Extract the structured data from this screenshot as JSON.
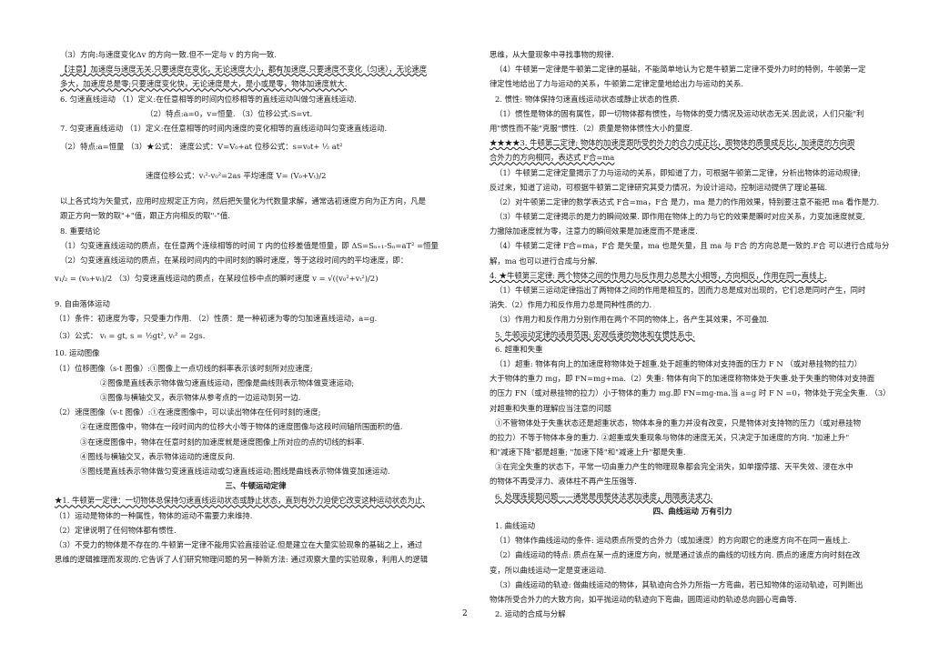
{
  "page_number": "2",
  "left_column": [
    {
      "text": "（3）方向:与速度变化Δv 的方向一致.但不一定与 v 的方向一致.",
      "style": "ind1"
    },
    {
      "text": "【注意】加速度与速度无关.只要速度在变化，无论速度大小，都有加速度.只要速度不变化（匀速），无论速度",
      "style": "ind1 wavy"
    },
    {
      "text": "多大，加速度总是零;只要速度变化快，无论速度是大，是小或是零，物体加速度就大.",
      "style": "ind1 wavy"
    },
    {
      "text": "6. 匀速直线运动 （1）定义:在任意相等的时间内位移相等的直线运动叫做匀速直线运动.",
      "style": "ind1"
    },
    {
      "text": "（2）特点:a=0，v=恒量.  （3）位移公式:S=vt.",
      "style": "ind4"
    },
    {
      "text": "7. 匀变速直线运动 （1）定义:在任意相等的时间内速度的变化相等的直线运动叫匀变速直线运动.",
      "style": "ind1"
    },
    {
      "text": "（2）特点:a=恒量  （3）★公式：  速度公式：V=V₀+at          位移公式：s=v₀t+ ½ at²",
      "style": "ind1 tall"
    },
    {
      "text": "速度位移公式：vₜ²-v₀²=2as          平均速度 V= (V₀+Vₜ)/2",
      "style": "ind4 tall gap"
    },
    {
      "text": "以上各式均为矢量式，应用时应规定正方向，然后把矢量化为代数量求解，通常选初速度方向为正方向，凡是",
      "style": "ind1 gap"
    },
    {
      "text": "跟正方向一致的取\"+\"值，跟正方向相反的取\"-\"值.",
      "style": "ind1"
    },
    {
      "text": "8. 重要结论",
      "style": "ind1"
    },
    {
      "text": "（1）匀变速直线运动的质点，在任意两个连续相等的时间 T 内的位移差值是恒量，即 ΔS=Sₙ₊₁-Sₙ=aT² =恒量",
      "style": "ind1"
    },
    {
      "text": "（2）匀变速直线运动的质点，在某段时间内的中间时刻的瞬时速度，等于这段时间内的平均速度，即：",
      "style": "ind1"
    },
    {
      "text": "v₁/₂ = (v₀+vₜ)/2    （3）匀变速直线运动的质点，在某段位移中点的瞬时速度  v = √((v₀²+vₜ²)/2)",
      "style": "math tall"
    },
    {
      "text": "9. 自由落体运动",
      "style": "gap"
    },
    {
      "text": "（1）条件：初速度为零，只受重力作用.  （2）性质：是一种初速为零的匀加速直线运动，a=g.",
      "style": ""
    },
    {
      "text": "（3）公式：  vₜ = gt,  s = ½gt²,  vₜ² = 2gs.",
      "style": "math"
    },
    {
      "text": "10. 运动图像",
      "style": ""
    },
    {
      "text": "（1）位移图像（s-t 图像）:①图像上一点切线的斜率表示该时刻所对应速度;",
      "style": ""
    },
    {
      "text": "②图像是直线表示物体做匀速直线运动，图像是曲线则表示物体做变速运动;",
      "style": "ind3"
    },
    {
      "text": "③图像与横轴交叉，表示物体从参考点的一边运动到另一边.",
      "style": "ind3"
    },
    {
      "text": "（2）速度图像（v-t 图像）:①在速度图像中，可以读出物体在任何时刻的速度;",
      "style": ""
    },
    {
      "text": "②在速度图像中，物体在一段时间内的位移大小等于物体的速度图像与这段时间轴所围面积的值.",
      "style": "ind2"
    },
    {
      "text": "③在速度图像中，物体在任意时刻的加速度就是速度图像上所对应的点的切线的斜率.",
      "style": "ind2"
    },
    {
      "text": "④图线与横轴交叉，表示物体运动的速度反向.",
      "style": "ind2"
    },
    {
      "text": "⑤图线是直线表示物体做匀变速直线运动或匀速直线运动;图线是曲线表示物体做变加速运动.",
      "style": "ind2"
    },
    {
      "text": "三、牛顿运动定律",
      "style": "section"
    },
    {
      "text": "★1. 牛顿第一定律：一切物体总保持匀速直线运动状态或静止状态，直到有外力迫使它改变这种运动状态为止.",
      "style": "wavy"
    },
    {
      "text": "（1）运动是物体的一种属性，物体的运动不需要力来维持.",
      "style": ""
    },
    {
      "text": "（2）定律说明了任何物体都有惯性.",
      "style": ""
    },
    {
      "text": "（3）不受力的物体是不存在的.牛顿第一定律不能用实验直接验证.但是建立在大量实验现象的基础之上，通过",
      "style": ""
    },
    {
      "text": "思维的逻辑推理而发现的.它告诉了人们研究物理问题的另一种新方法: 通过观察大量的实验现象，利用人的逻辑",
      "style": ""
    }
  ],
  "right_column": [
    {
      "text": "思维，从大量现象中寻找事物的规律.",
      "style": ""
    },
    {
      "text": "（4）牛顿第一定律是牛顿第二定律的基础，不能简单地认为它是牛顿第二定律不受外力时的特例，牛顿第一定",
      "style": "ind1"
    },
    {
      "text": "律定性地给出了力与运动的关系，牛顿第二定律定量地给出力与运动的关系.",
      "style": ""
    },
    {
      "text": "2. 惯性: 物体保持匀速直线运动状态或静止状态的性质.",
      "style": "ind1"
    },
    {
      "text": "（1）惯性是物体的固有属性，即一切物体都有惯性，与物体的受力情况及运动状态无关.因此说，人们只能\"利",
      "style": "ind1"
    },
    {
      "text": "用\"惯性而不能\"克服\"惯性.（2）质量是物体惯性大小的量度.",
      "style": ""
    },
    {
      "text": "★★★★3. 牛顿第二定律: 物体的加速度跟所受的外力的合力成正比，跟物体的质量成反比，加速度的方向跟",
      "style": "wavy"
    },
    {
      "text": "合外力的方向相同，表达式 F合=ma",
      "style": "wavy"
    },
    {
      "text": "（1）牛顿第二定律定量揭示了力与运动的关系，即知道了力，可根据牛顿第二定律，分析出物体的运动规律;",
      "style": "ind1"
    },
    {
      "text": "反过来，知道了运动，可根据牛顿第二定律研究其受力情况，为设计运动，控制运动提供了理论基础.",
      "style": ""
    },
    {
      "text": "（2）对牛顿第二定律的数学表达式 F合=ma，F合 是力，ma 是力的作用效果，特别要注意不能把 ma 看作是力.",
      "style": "ind1"
    },
    {
      "text": "（3）牛顿第二定律揭示的是力的瞬间效果. 即作用在物体上的力与它的效果是瞬时对应关系，力变加速度就变,",
      "style": "ind1"
    },
    {
      "text": "力撤除加速度就为零，注意力的瞬间效果是加速度而不是速度.",
      "style": ""
    },
    {
      "text": "（4）牛顿第二定律 F合=ma，F合 是矢量，ma 也是矢量，且 ma 与 F合 的方向总是一致的.F合 可以进行合成与分",
      "style": "ind1"
    },
    {
      "text": "解，ma 也可以进行合成与分解.",
      "style": ""
    },
    {
      "text": "4. ★牛顿第三定律: 两个物体之间的作用力与反作用力总是大小相等，方向相反，作用在同一直线上.",
      "style": "wavy"
    },
    {
      "text": "（1）牛顿第三运动定律指出了两物体之间的作用是相互的，因而力总是成对出现的，它们总是同时产生，同时",
      "style": "ind1"
    },
    {
      "text": "消失.（2）作用力和反作用力总是同种性质的力.",
      "style": ""
    },
    {
      "text": "（3）作用力和反作用力分别作用在两个不同的物体上，各产生其效果，不可叠加.",
      "style": "ind1"
    },
    {
      "text": "5. 牛顿运动定律的适用范围: 宏观低速的物体和在惯性系中.",
      "style": "ind1 wavy"
    },
    {
      "text": "6. 超重和失重",
      "style": "ind1"
    },
    {
      "text": "（1）超重: 物体有向上的加速度称物体处于超重.处于超重的物体对支持面的压力 F N （或对悬挂物的拉力）",
      "style": "ind1"
    },
    {
      "text": "大于物体的重力 mg，即 FN=mg+ma.（2）失重: 物体有向下的加速度称物体处于失重.处于失重的物体对支持面",
      "style": ""
    },
    {
      "text": "的压力 FN（或对悬挂物的拉力）小于物体的重力 mg.即 FN=mg-ma.当 a=g 时 F N =0，物体处于完全失重. （3）",
      "style": ""
    },
    {
      "text": "对超重和失重的理解应当注意的问题",
      "style": ""
    },
    {
      "text": "①不管物体处于失重状态还是超重状态，物体本身的重力并没有改变，只是物体对支持物的压力（或对悬挂物",
      "style": "ind1"
    },
    {
      "text": "的拉力）不等于物体本身的重力. ②超重或失重现象与物体的速度无关，只决定于加速度的方向. \"加速上升\"",
      "style": ""
    },
    {
      "text": "和\"减速下降\"都是超重; \"加速下降\"和\"减速上升\"都是失重.",
      "style": ""
    },
    {
      "text": "③在完全失重的状态下，平常一切由重力产生的物理现象都会完全消失，如单摆停摆、天平失效、浸在水中",
      "style": "ind1"
    },
    {
      "text": "的物体不再受浮力、液体柱不再产生压强等.",
      "style": ""
    },
    {
      "text": "6. 处理连接题问题——通常是用整体法求加速度，用隔离法求力.",
      "style": "ind1 wavy"
    },
    {
      "text": "四、曲线运动 万有引力",
      "style": "section"
    },
    {
      "text": "1. 曲线运动",
      "style": "ind1"
    },
    {
      "text": "（1）物体作曲线运动的条件: 运动质点所受的合外力（或加速度）的方向跟它的速度方向不在同一直线上.",
      "style": "ind1"
    },
    {
      "text": "（2）曲线运动的特点: 质点在某一点的速度方向，就是通过该点的曲线的切线方向. 质点的速度方向时刻在改",
      "style": "ind1"
    },
    {
      "text": "变，所以曲线运动一定是变速运动.",
      "style": ""
    },
    {
      "text": "（3）曲线运动的轨迹: 做曲线运动的物体，其轨迹向合外力所指一方弯曲，若已知物体的运动轨迹，可判断出",
      "style": "ind1"
    },
    {
      "text": "物体所受合外力的大致方向，如平抛运动的轨迹向下弯曲，圆周运动的轨迹总向圆心弯曲等.",
      "style": ""
    },
    {
      "text": "2. 运动的合成与分解",
      "style": "ind1"
    }
  ]
}
